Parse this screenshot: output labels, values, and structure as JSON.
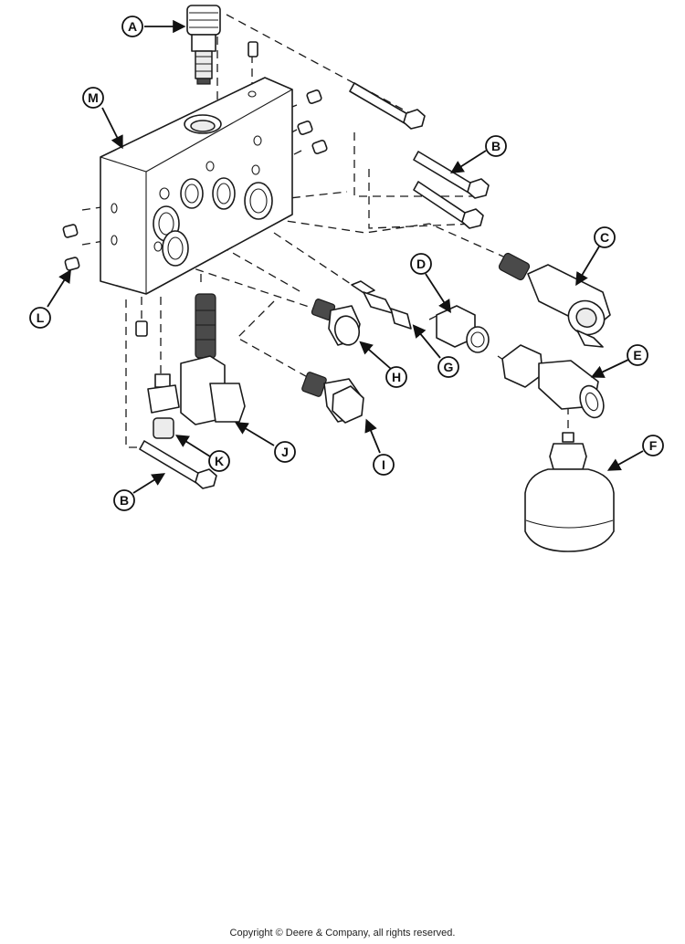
{
  "callouts": {
    "A": "A",
    "B_upper": "B",
    "B_lower": "B",
    "C": "C",
    "D": "D",
    "E": "E",
    "F": "F",
    "G": "G",
    "H": "H",
    "I": "I",
    "J": "J",
    "K": "K",
    "L": "L",
    "M": "M"
  },
  "footer": {
    "copyright": "Copyright © Deere & Company, all rights reserved."
  }
}
